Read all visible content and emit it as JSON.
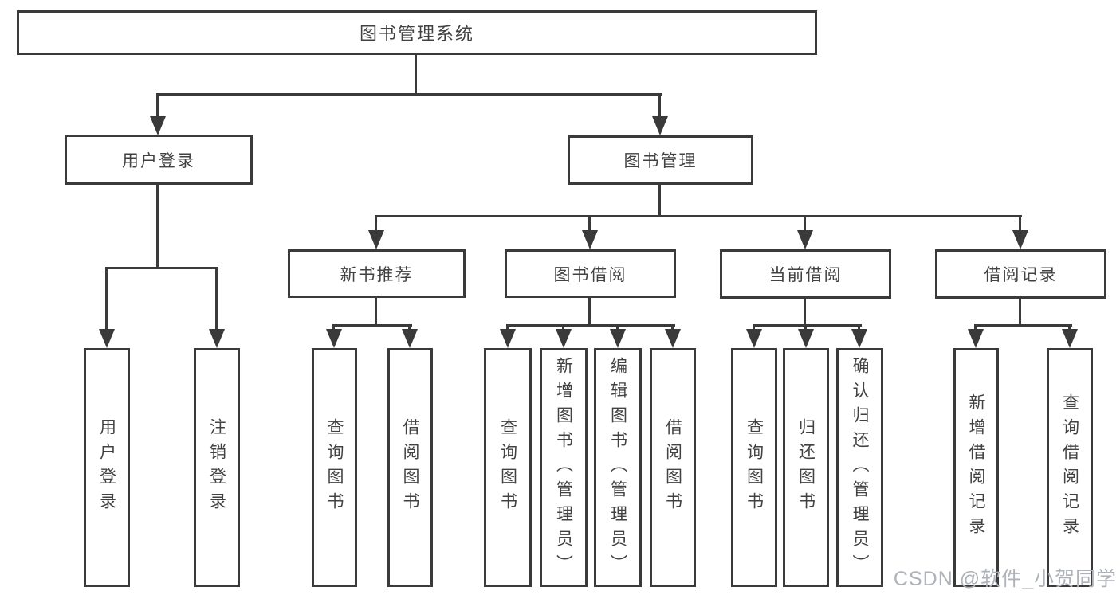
{
  "diagram": {
    "root_label": "图书管理系统",
    "level2": {
      "user_login": "用户登录",
      "book_mgmt": "图书管理"
    },
    "level3": {
      "new_books": "新书推荐",
      "book_borrow": "图书借阅",
      "current_borrow": "当前借阅",
      "borrow_records": "借阅记录"
    },
    "leaves": {
      "user_login": [
        "用户登录",
        "注销登录"
      ],
      "new_books": [
        "查询图书",
        "借阅图书"
      ],
      "book_borrow": [
        "查询图书",
        "新增图书（管理员）",
        "编辑图书（管理员）",
        "借阅图书"
      ],
      "current_borrow": [
        "查询图书",
        "归还图书",
        "确认归还（管理员）"
      ],
      "borrow_records": [
        "新增借阅记录",
        "查询借阅记录"
      ]
    }
  },
  "watermark": {
    "text": "CSDN @软件_小贺同学"
  },
  "colors": {
    "line": "#3a3a3a",
    "text": "#424242",
    "background": "#ffffff",
    "watermark": "#aeb3b9"
  }
}
